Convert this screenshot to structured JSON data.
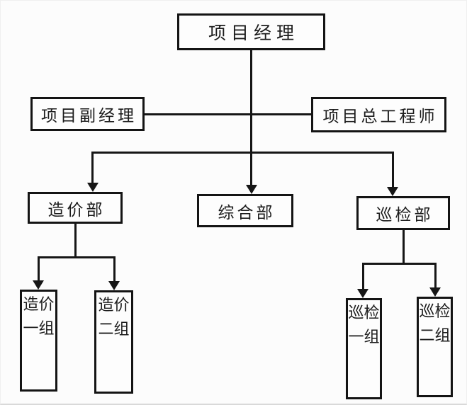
{
  "colors": {
    "background": "#fcfcfc",
    "line": "#161616",
    "box_border": "#141414",
    "text": "#1c1c1c"
  },
  "org_chart": {
    "type": "org-hierarchy",
    "root": {
      "label": "项目经理"
    },
    "staff": [
      {
        "label": "项目副经理",
        "side": "left"
      },
      {
        "label": "项目总工程师",
        "side": "right"
      }
    ],
    "departments": [
      {
        "label": "造价部",
        "groups": [
          {
            "label": "造价一组"
          },
          {
            "label": "造价二组"
          }
        ]
      },
      {
        "label": "综合部",
        "groups": []
      },
      {
        "label": "巡检部",
        "groups": [
          {
            "label": "巡检一组"
          },
          {
            "label": "巡检二组"
          }
        ]
      }
    ]
  }
}
